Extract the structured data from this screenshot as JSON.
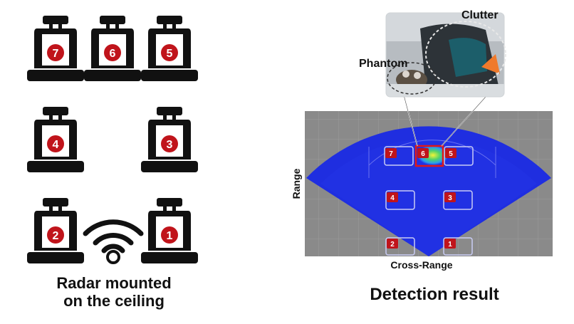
{
  "left_panel": {
    "seats": [
      {
        "number": "7"
      },
      {
        "number": "6"
      },
      {
        "number": "5"
      },
      {
        "number": "4"
      },
      {
        "number": "3"
      },
      {
        "number": "2"
      },
      {
        "number": "1"
      }
    ],
    "caption_line1": "Radar mounted",
    "caption_line2": "on the ceiling"
  },
  "right_panel": {
    "clutter_label": "Clutter",
    "phantom_label": "Phantom",
    "y_axis_label": "Range",
    "x_axis_label": "Cross-Range",
    "caption": "Detection result",
    "zones": [
      {
        "number": "7"
      },
      {
        "number": "6"
      },
      {
        "number": "5"
      },
      {
        "number": "4"
      },
      {
        "number": "3"
      },
      {
        "number": "2"
      },
      {
        "number": "1"
      }
    ]
  },
  "colors": {
    "seat": "#111111",
    "badge": "#c0141b",
    "heatmap_blue": "#1f2ee0",
    "grid_bg": "#8a8a8a",
    "highlight_box": "#e01818"
  }
}
